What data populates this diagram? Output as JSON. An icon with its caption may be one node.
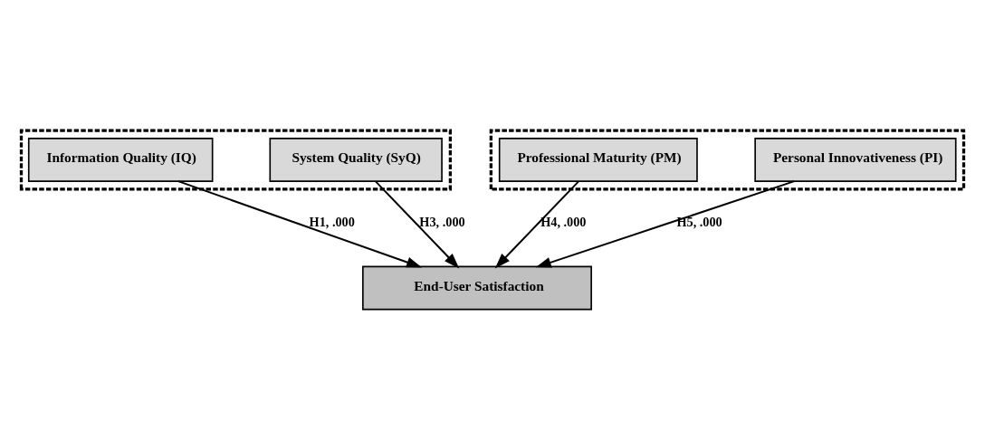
{
  "diagram": {
    "nodes": [
      {
        "text": [],
        "shape": "box"
      },
      {
        "text": [
          "Information Quality (IQ)"
        ],
        "in": 0
      },
      {
        "text": [
          "System Quality (SyQ)"
        ],
        "in": 0
      },
      {
        "text": [],
        "shape": "box"
      },
      {
        "text": [
          "Professional Maturity (PM)"
        ],
        "in": 3
      },
      {
        "text": [
          "Personal Innovativeness (PI)"
        ],
        "in": 3
      },
      {
        "text": [
          "End-User Satisfaction"
        ]
      }
    ],
    "edges": [
      {
        "from": 1,
        "to": 6,
        "arrow": "to",
        "label": "H1, .000"
      },
      {
        "from": 4,
        "to": 6,
        "arrow": "to",
        "label": "H4, .000"
      },
      {
        "from": 2,
        "to": 6,
        "arrow": "to",
        "label": "H3, .000"
      },
      {
        "from": 5,
        "to": 6,
        "arrow": "to",
        "label": "H5, .000"
      }
    ]
  }
}
